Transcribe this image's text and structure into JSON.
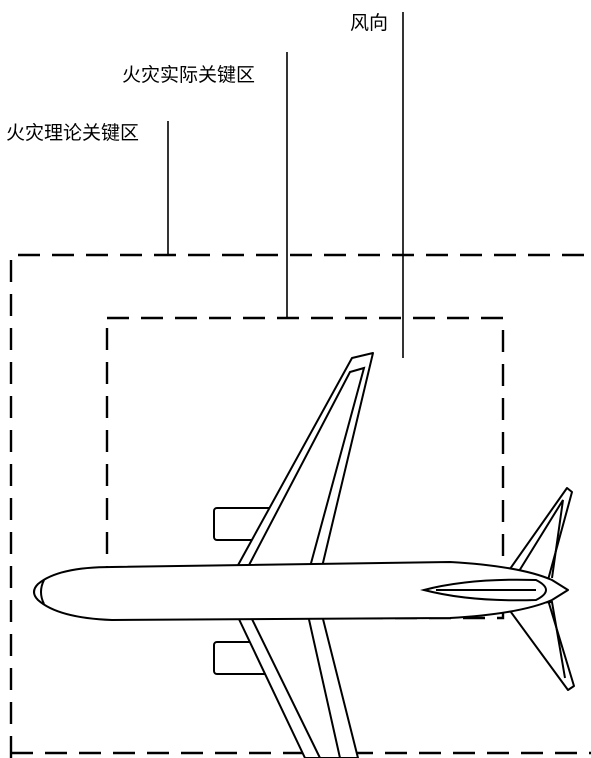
{
  "labels": {
    "wind_direction": "风向",
    "actual_critical_area": "火灾实际关键区",
    "theoretical_critical_area": "火灾理论关键区"
  }
}
